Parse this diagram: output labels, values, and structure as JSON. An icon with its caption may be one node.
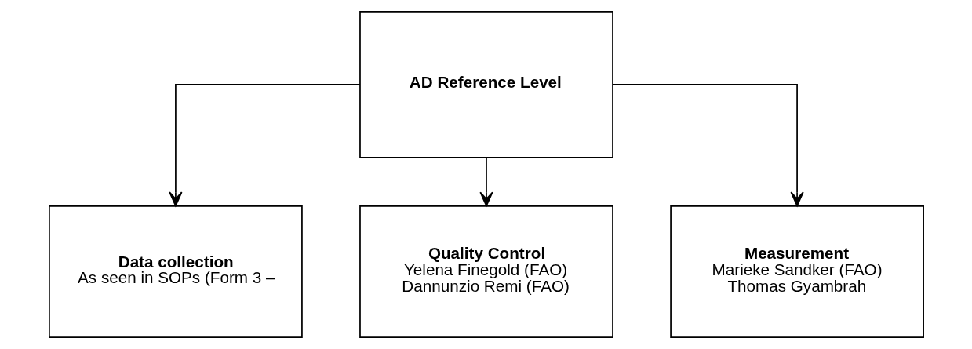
{
  "diagram": {
    "nodes": [
      {
        "text": [
          "AD Reference Level"
        ]
      },
      {
        "text": [
          "Data collection",
          "As seen in SOPs (Form 3 –"
        ]
      },
      {
        "text": [
          "Quality Control",
          "Yelena Finegold (FAO)",
          "Dannunzio Remi (FAO)"
        ]
      },
      {
        "text": [
          "Measurement",
          "Marieke Sandker (FAO)",
          "Thomas Gyambrah"
        ]
      }
    ],
    "edges": [
      {
        "from": 0,
        "to": 1,
        "arrow": "to"
      },
      {
        "from": 0,
        "to": 2,
        "arrow": "to"
      },
      {
        "from": 0,
        "to": 3,
        "arrow": "to"
      }
    ]
  }
}
